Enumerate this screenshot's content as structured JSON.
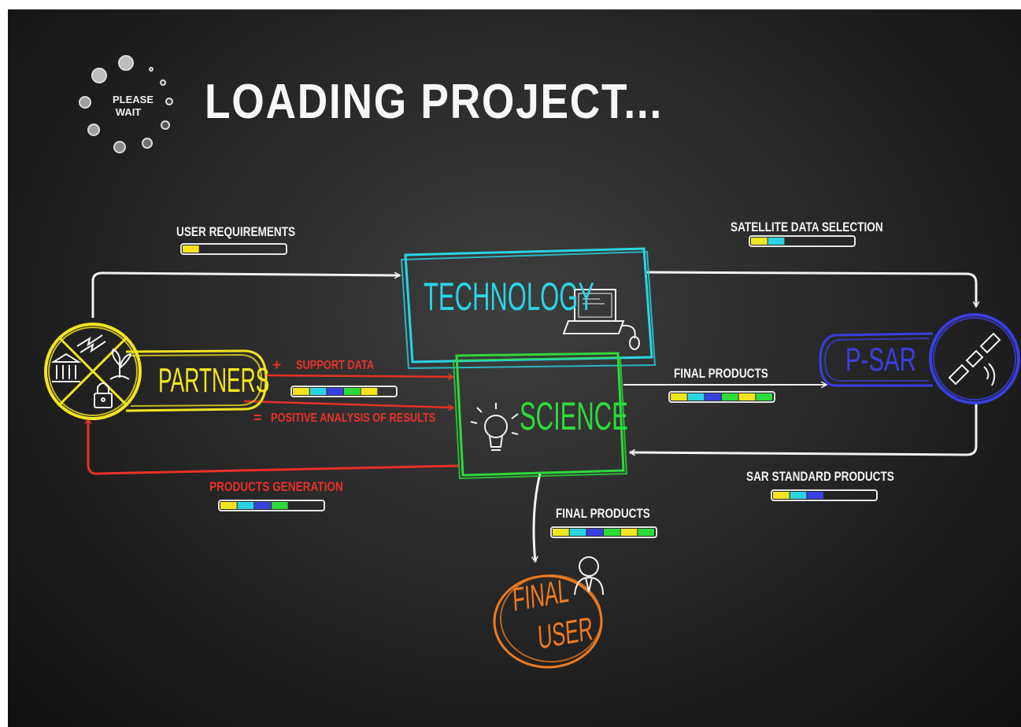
{
  "header": {
    "title": "LOADING PROJECT...",
    "spinner_line1": "PLEASE",
    "spinner_line2": "WAIT"
  },
  "nodes": {
    "partners": "PARTNERS",
    "technology": "TECHNOLOGY",
    "science": "SCIENCE",
    "psar": "P-SAR",
    "final_user_line1": "FINAL",
    "final_user_line2": "USER"
  },
  "labels": {
    "user_requirements": "USER REQUIREMENTS",
    "satellite_data_selection": "SATELLITE DATA SELECTION",
    "support_data_plus": "+",
    "support_data": "SUPPORT DATA",
    "positive_analysis_equals": "=",
    "positive_analysis": "POSITIVE ANALYSIS OF RESULTS",
    "final_products_psar": "FINAL PRODUCTS",
    "products_generation": "PRODUCTS GENERATION",
    "sar_standard_products": "SAR STANDARD PRODUCTS",
    "final_products_user": "FINAL PRODUCTS"
  },
  "progress": {
    "user_requirements": 1,
    "satellite_data_selection": 2,
    "support_data": 5,
    "final_products_psar": 6,
    "products_generation": 4,
    "sar_standard_products": 3,
    "final_products_user": 6
  },
  "progress_total_segments": 6,
  "colors": {
    "partners": "#f2e51f",
    "technology": "#2ad4e4",
    "science": "#2ddb3a",
    "psar": "#3a3fe0",
    "final_user": "#ef7a1f",
    "arrow_red": "#e8302a",
    "chalk": "#f2f2f2",
    "segment_sequence": [
      "#f2e51f",
      "#2ad4e4",
      "#3a3fe0",
      "#2ddb3a",
      "#f2e51f",
      "#2ddb3a"
    ]
  },
  "icons": [
    "spinner-dots-icon",
    "building-icon",
    "lightning-icon",
    "plant-icon",
    "padlock-icon",
    "laptop-icon",
    "mouse-icon",
    "lightbulb-icon",
    "satellite-icon",
    "person-icon"
  ]
}
